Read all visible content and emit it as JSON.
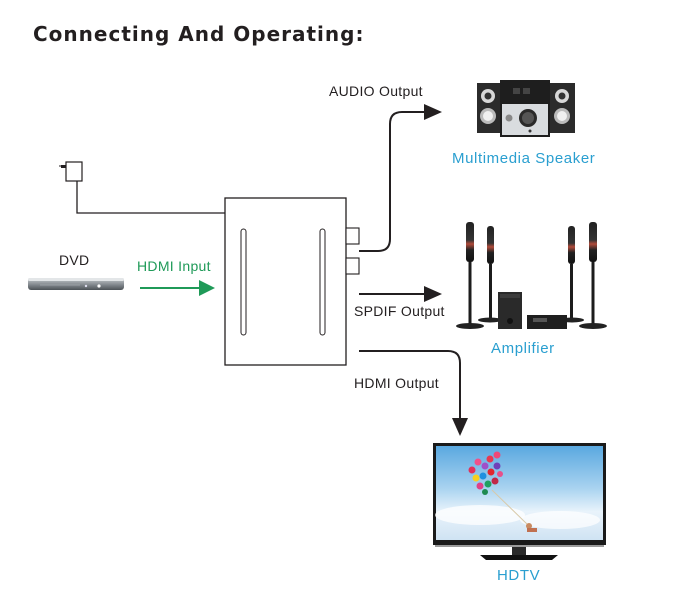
{
  "title": "Connecting And Operating:",
  "devices": {
    "source": {
      "label": "DVD",
      "icon": "dvd-player-icon"
    },
    "power": {
      "icon": "power-adapter-icon"
    },
    "converter": {
      "icon": "converter-box-icon"
    },
    "speaker": {
      "label": "Multimedia Speaker",
      "icon": "multimedia-speaker-icon"
    },
    "amplifier": {
      "label": "Amplifier",
      "icon": "home-theater-amplifier-icon"
    },
    "tv": {
      "label": "HDTV",
      "icon": "hdtv-icon"
    }
  },
  "connections": {
    "hdmi_input": "HDMI Input",
    "audio_output": "AUDIO Output",
    "spdif_output": "SPDIF Output",
    "hdmi_output": "HDMI Output"
  },
  "colors": {
    "text": "#231f20",
    "device_label": "#2a9fd0",
    "input_arrow": "#1f9a58",
    "line": "#231f20"
  }
}
